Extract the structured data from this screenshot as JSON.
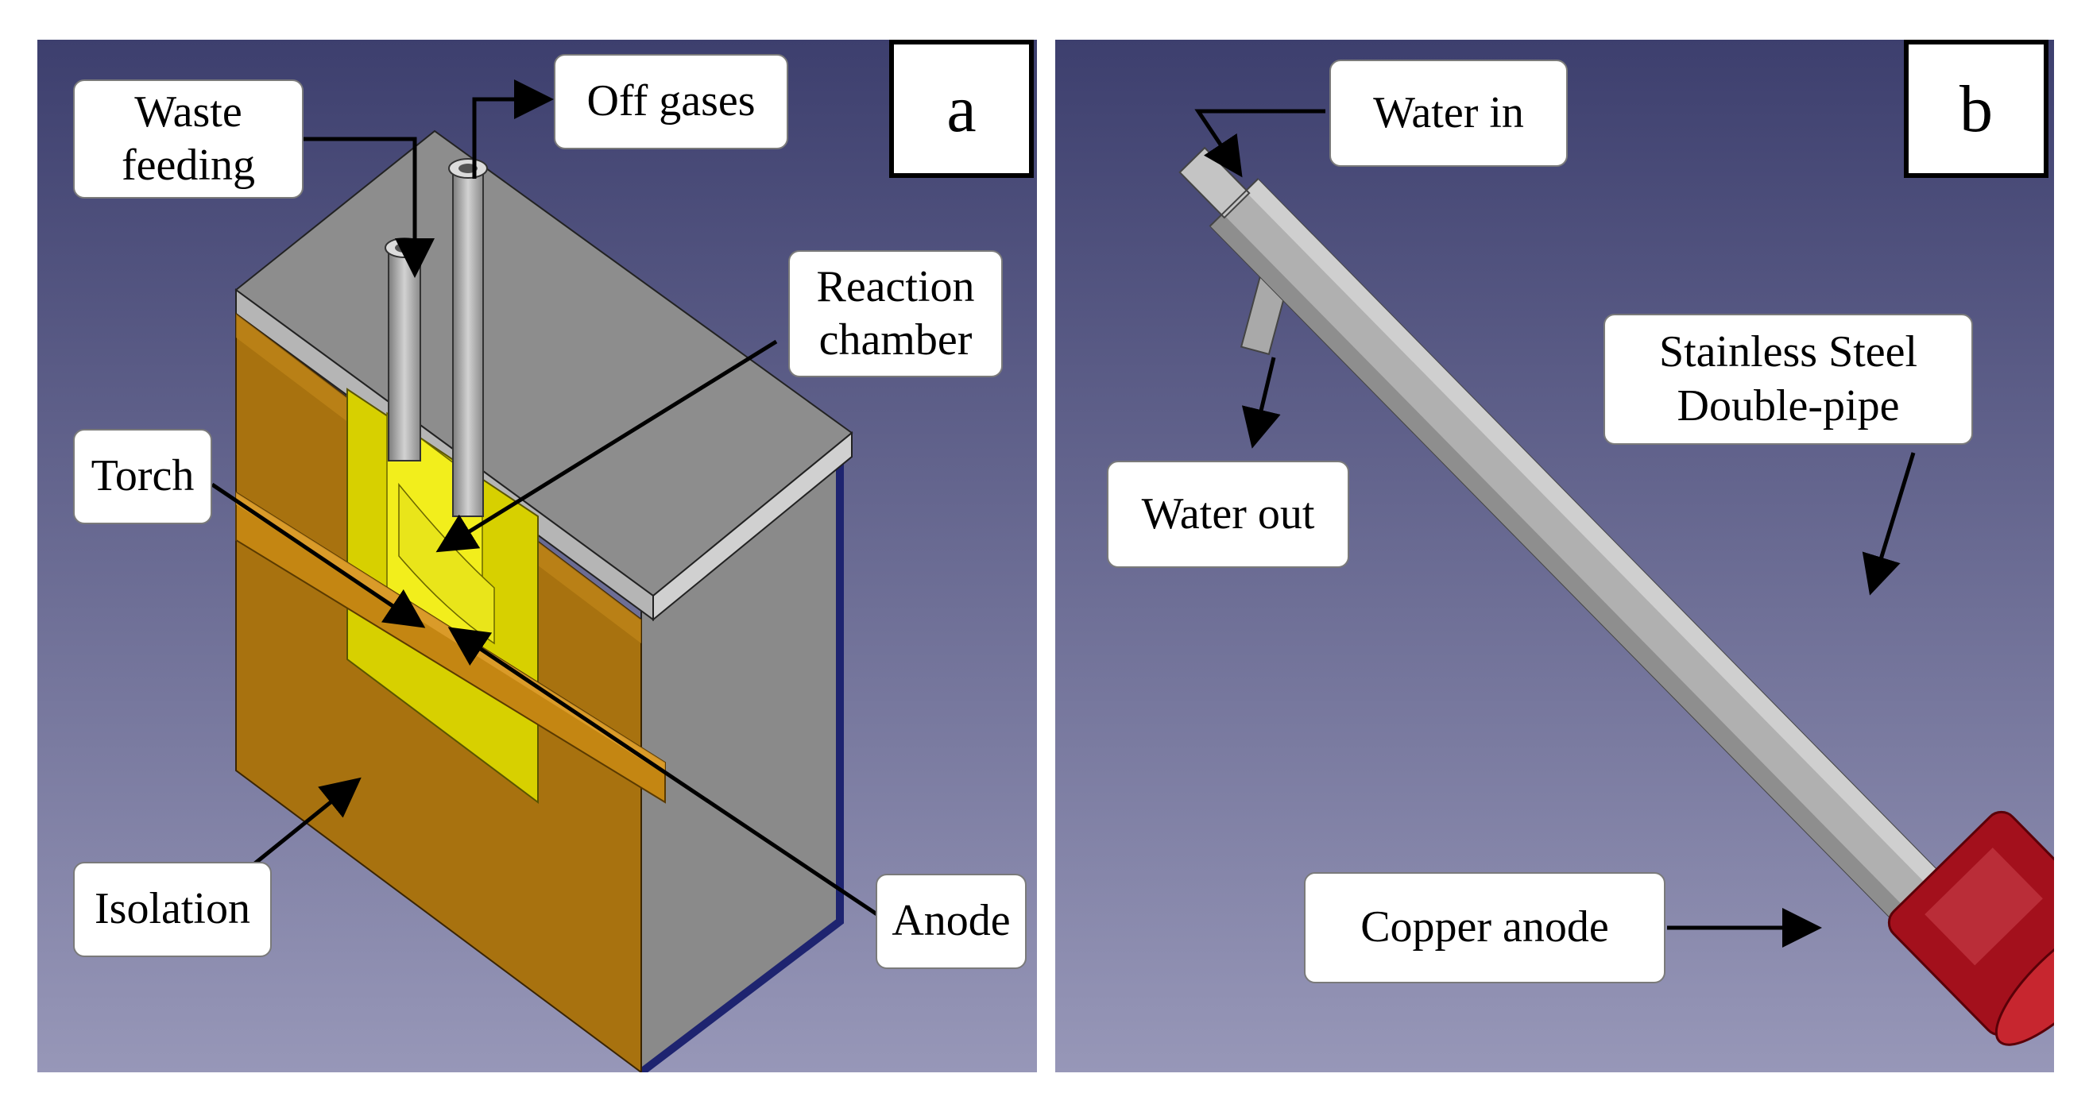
{
  "panel_a": {
    "letter": "a",
    "labels": {
      "waste_feeding": "Waste\nfeeding",
      "off_gases": "Off gases",
      "reaction_chamber": "Reaction\nchamber",
      "torch": "Torch",
      "isolation": "Isolation",
      "anode": "Anode"
    }
  },
  "panel_b": {
    "letter": "b",
    "labels": {
      "water_in": "Water in",
      "water_out": "Water out",
      "stainless_steel": "Stainless Steel\nDouble-pipe",
      "copper_anode": "Copper anode"
    }
  },
  "colors": {
    "background_top": "#3d3f6e",
    "background_bottom": "#8f8fb3",
    "isolation": "#b07a10",
    "chamber": "#e6e600",
    "steel": "#a8a8a8",
    "copper": "#b81e28"
  }
}
